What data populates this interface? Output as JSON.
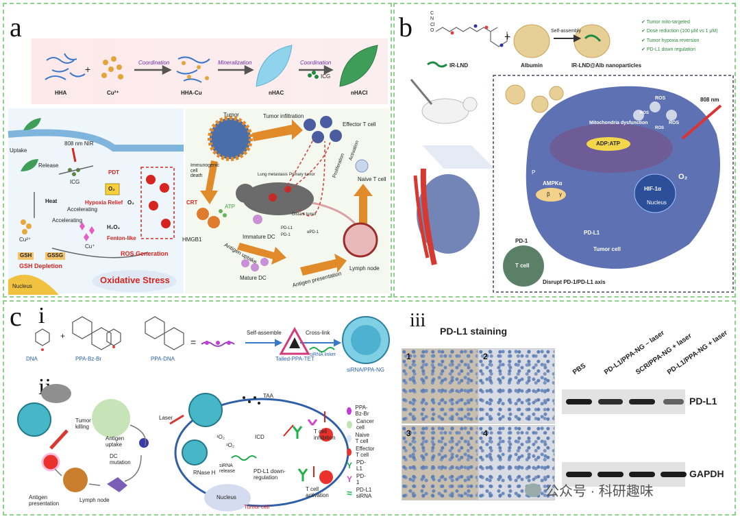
{
  "panel_a": {
    "label": "a",
    "top_flow": {
      "hha": "HHA",
      "cu": "Cu²⁺",
      "plus": "+",
      "coordination1": "Coordination",
      "hha_cu": "HHA-Cu",
      "mineralization": "Mineralization",
      "nhac": "nHAC",
      "coordination2": "Coordination",
      "icg_top": "ICG",
      "nhaci": "nHACI"
    },
    "mechanism": {
      "uptake": "Uptake",
      "nir": "808 nm NIR",
      "release": "Release",
      "icg": "ICG",
      "pdt": "PDT",
      "o2_top": "O₂",
      "heat": "Heat",
      "accelerating1": "Accelerating",
      "accelerating2": "Accelerating",
      "hypoxia_relief": "Hypoxia Relief",
      "o2_mid": "O₂",
      "h2o2": "H₂O₂",
      "fenton_like": "Fenton-like",
      "cu2": "Cu²⁺",
      "cu1": "Cu⁺",
      "gsh": "GSH",
      "gssg": "GSSG",
      "gsh_depletion": "GSH Depletion",
      "ros_generation": "ROS Generation",
      "nucleus": "Nucleus",
      "oxidative_stress": "Oxidative Stress"
    },
    "immune": {
      "tumor": "Tumor",
      "tumor_infiltration": "Tumor infiltration",
      "effector_t_cell": "Effector T cell",
      "immunogenic_cell_death": "Immunogenic cell death",
      "lung_metastasis": "Lung metastasis",
      "primary_tumor": "Primary tumor",
      "activation": "Activation",
      "proliferation": "Proliferation",
      "crt": "CRT",
      "atp": "ATP",
      "hmgb1": "HMGB1",
      "immature_dc": "Immature DC",
      "distant_tumor": "Distant tumor",
      "pd_l1": "PD-L1",
      "pd_1": "PD-1",
      "apd_1": "αPD-1",
      "naive_t_cell": "Naive T cell",
      "antigen_uptake": "Antigen uptake",
      "mature_dc": "Mature DC",
      "antigen_presentation": "Antigen presentation",
      "lymph_node": "Lymph node"
    }
  },
  "panel_b": {
    "label": "b",
    "legend_atoms": [
      "C",
      "N",
      "Cl",
      "O"
    ],
    "plus": "+",
    "ir_lnd": "IR-LND",
    "albumin": "Albumin",
    "self_assembly": "Self-assembly",
    "nanoparticles": "IR-LND@Alb nanoparticles",
    "features": [
      "Tumor mito-targeted",
      "Dose reduction (100 μM vs 1 μM)",
      "Tumor hypoxia reversion",
      "PD-L1 down regulation"
    ],
    "ros1": "ROS",
    "ros2": "ROS",
    "ros3": "ROS",
    "ros4": "ROS",
    "laser": "808 nm",
    "mito_dysfunction": "Mitochondria dysfunction",
    "adp_atp": "ADP:ATP",
    "ampk": "AMPKα",
    "beta": "β",
    "gamma": "γ",
    "p": "P",
    "o2": "O₂",
    "hif": "HIF-1α",
    "nucleus": "Nucleus",
    "pd_l1": "PD-L1",
    "tumor_cell": "Tumor cell",
    "pd_1": "PD-1",
    "t_cell": "T cell",
    "disrupt": "Disrupt PD-1/PD-L1 axis"
  },
  "panel_c": {
    "label": "c",
    "sub_i": "i",
    "sub_ii": "ii",
    "sub_iii": "iii",
    "synthesis": {
      "dna": "DNA",
      "ppa_bz_br": "PPA-Bz-Br",
      "plus": "+",
      "ppa_dna": "PPA-DNA",
      "equals": "=",
      "self_assemble": "Self-assemble",
      "tailed_ppa_tet": "Tailed-PPA-TET",
      "cross_link": "Cross-link",
      "sirna_linker": "siRNA linker",
      "sirna_ppa_ng": "siRNA/PPA-NG"
    },
    "mechanism": {
      "tumor_killing": "Tumor killing",
      "antigen_uptake": "Antigen uptake",
      "dc_mutation": "DC mutation",
      "antigen_presentation": "Antigen presentation",
      "lymph_node": "Lymph node",
      "laser": "Laser",
      "taa": "TAA",
      "icd": "ICD",
      "o2_a": "¹O₂",
      "o2_b": "¹O₂",
      "rnase_h": "RNase H",
      "sirna_release": "siRNA release",
      "pd_l1_down": "PD-L1 down-regulation",
      "nucleus": "Nucleus",
      "tumor_cell": "Tumor cell",
      "t_cell_inhibition": "T cell inhibition",
      "t_cell_activation": "T cell activation"
    },
    "legend": [
      {
        "label": "PPA-Bz-Br",
        "color": "#c23bd6",
        "shape": "dot"
      },
      {
        "label": "Cancer cell",
        "color": "#bfe3b3",
        "shape": "dot"
      },
      {
        "label": "Naive T cell",
        "color": "#d9e8ff",
        "shape": "dot"
      },
      {
        "label": "Effector T cell",
        "color": "#e8322b",
        "shape": "dot"
      },
      {
        "label": "PD-L1",
        "color": "#1fb24a",
        "shape": "y"
      },
      {
        "label": "PD-1",
        "color": "#d447c4",
        "shape": "y"
      },
      {
        "label": "PD-L1 siRNA",
        "color": "#1fb24a",
        "shape": "helix"
      }
    ],
    "staining": {
      "title": "PD-L1 staining",
      "images": [
        "1",
        "2",
        "3",
        "4"
      ]
    },
    "western": {
      "lanes": [
        "PBS",
        "PD-L1/PPA-NG – laser",
        "SCR/PPA-NG + laser",
        "PD-L1/PPA-NG + laser"
      ],
      "rows": [
        {
          "label": "PD-L1",
          "intensity": [
            1.0,
            0.85,
            0.95,
            0.45
          ]
        },
        {
          "label": "GAPDH",
          "intensity": [
            1.0,
            1.0,
            1.0,
            1.0
          ]
        }
      ]
    }
  },
  "watermark": "公众号 · 科研趣味"
}
